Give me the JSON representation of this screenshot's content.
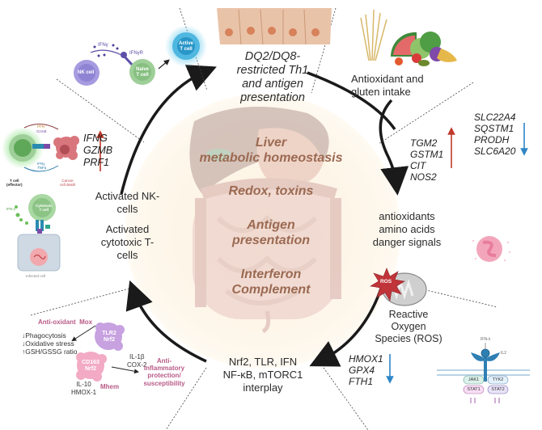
{
  "figure": {
    "center": {
      "liver": "Liver",
      "metabolic": "metabolic homeostasis",
      "redox": "Redox, toxins",
      "antigen_1": "Antigen",
      "antigen_2": "presentation",
      "interferon": "Interferon",
      "complement": "Complement"
    },
    "top": {
      "line1": "DQ2/DQ8-",
      "line2": "restricted Th1",
      "line3": "and antigen",
      "line4": "presentation"
    },
    "top_right": {
      "line1": "Antioxidant and",
      "line2": "gluten intake",
      "genes_up": [
        "TGM2",
        "GSTM1",
        "CIT",
        "NOS2"
      ],
      "genes_down": [
        "SLC22A4",
        "SQSTM1",
        "PRODH",
        "SLC6A20"
      ]
    },
    "right": {
      "line1": "antioxidants",
      "line2": "amino acids",
      "line3": "danger signals",
      "ros_badge": "ROS",
      "ros_line1": "Reactive",
      "ros_line2": "Oxygen",
      "ros_line3": "Species (ROS)",
      "genes_down": [
        "HMOX1",
        "GPX4",
        "FTH1"
      ]
    },
    "bottom": {
      "line1": "Nrf2, TLR, IFN",
      "line2": "NF-κB, mTORC1",
      "line3": "interplay"
    },
    "left": {
      "nk_line1": "Activated NK-",
      "nk_line2": "cells",
      "tc_line1": "Activated",
      "tc_line2": "cytotoxic T-",
      "tc_line3": "cells",
      "genes_up": [
        "IFNG",
        "GZMB",
        "PRF1"
      ]
    },
    "top_left_panel": {
      "ifng": "IFNγ",
      "ifngr": "IFNγR",
      "nk_cell": "NK cell",
      "naive_1": "Naive",
      "naive_2": "T cell",
      "active_1": "Active",
      "active_2": "T cell"
    },
    "left_panel": {
      "pfn": "PFN",
      "gzmb": "GzmB",
      "ifng": "IFNγ",
      "tnfa": "TNFα",
      "tcell_1": "T cell",
      "tcell_2": "(effector)",
      "cancer_1": "Cancer",
      "cancer_2": "cell death",
      "ifng2": "IFN-γ",
      "ctl_1": "Cytotoxic",
      "ctl_2": "T cell",
      "infected": "Infected cell"
    },
    "bottom_left_panel": {
      "title": "Anti-oxidant  Mox",
      "effects": [
        "↓Phagocytosis",
        "↓Oxidative stress",
        "↑GSH/GSSG ratio"
      ],
      "tlr2_1": "TLR2",
      "tlr2_2": "Nrf2",
      "cd163_1": "CD163",
      "cd163_2": "Nrf2",
      "il1b": "IL-1β",
      "cox2": "COX-2",
      "il10": "IL-10",
      "hmox1": "HMOX-1",
      "mhem": "Mhem",
      "outcome": [
        "Anti-",
        "inflammatory",
        "protection/",
        "susceptibility"
      ]
    },
    "bottom_right_panel": {
      "ifn_lambda": "IFN-λ",
      "il2": "IL2",
      "jak1": "JAK1",
      "tyk2": "TYK2",
      "stat1": "STAT1",
      "stat2": "STAT2"
    },
    "colors": {
      "center_text": "#9b6a52",
      "circle_fill": "#fdf6ea",
      "up_arrow": "#c0392b",
      "down_arrow": "#2f86c6",
      "macrophage_text": "#b85b87"
    }
  }
}
